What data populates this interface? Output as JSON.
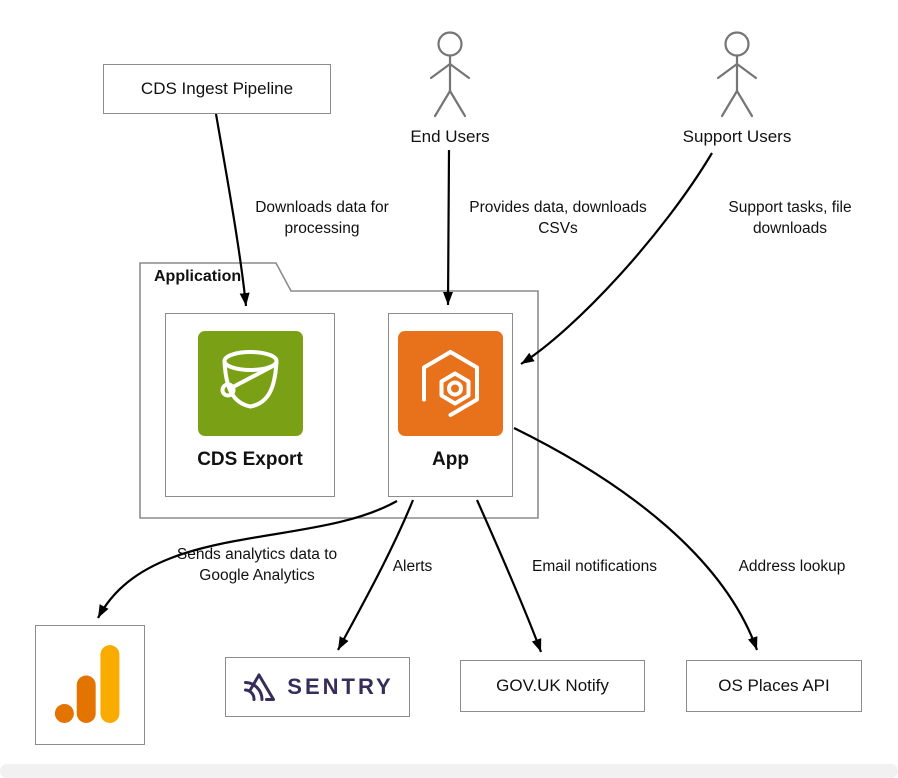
{
  "nodes": {
    "cds_ingest_pipeline": {
      "label": "CDS Ingest Pipeline"
    },
    "end_users": {
      "label": "End Users"
    },
    "support_users": {
      "label": "Support Users"
    },
    "application_boundary": {
      "label": "Application"
    },
    "cds_export": {
      "label": "CDS Export"
    },
    "app": {
      "label": "App"
    },
    "sentry": {
      "label": "SENTRY"
    },
    "govuk_notify": {
      "label": "GOV.UK Notify"
    },
    "os_places_api": {
      "label": "OS Places API"
    }
  },
  "edges": {
    "ingest_to_cds_export": {
      "label": "Downloads data for\nprocessing"
    },
    "end_users_to_app": {
      "label": "Provides data, downloads\nCSVs"
    },
    "support_users_to_app": {
      "label": "Support tasks, file\ndownloads"
    },
    "app_to_google_analytics": {
      "label": "Sends analytics data to\nGoogle Analytics"
    },
    "app_to_sentry": {
      "label": "Alerts"
    },
    "app_to_govuk_notify": {
      "label": "Email notifications"
    },
    "app_to_os_places_api": {
      "label": "Address lookup"
    }
  },
  "icons": {
    "cds_export": "s3-bucket-icon",
    "app": "ecs-container-icon",
    "google_analytics": "google-analytics-icon",
    "sentry": "sentry-logo-icon",
    "end_users": "person-icon",
    "support_users": "person-icon"
  },
  "colors": {
    "s3_green": "#7AA116",
    "ecs_orange": "#E8721B",
    "ga_amber": "#F9AB00",
    "ga_orange": "#E37400",
    "sentry_purple": "#362D59",
    "box_border": "#8C8C8C",
    "arrow_black": "#000000",
    "figure_gray": "#757575",
    "text_black": "#111111"
  }
}
